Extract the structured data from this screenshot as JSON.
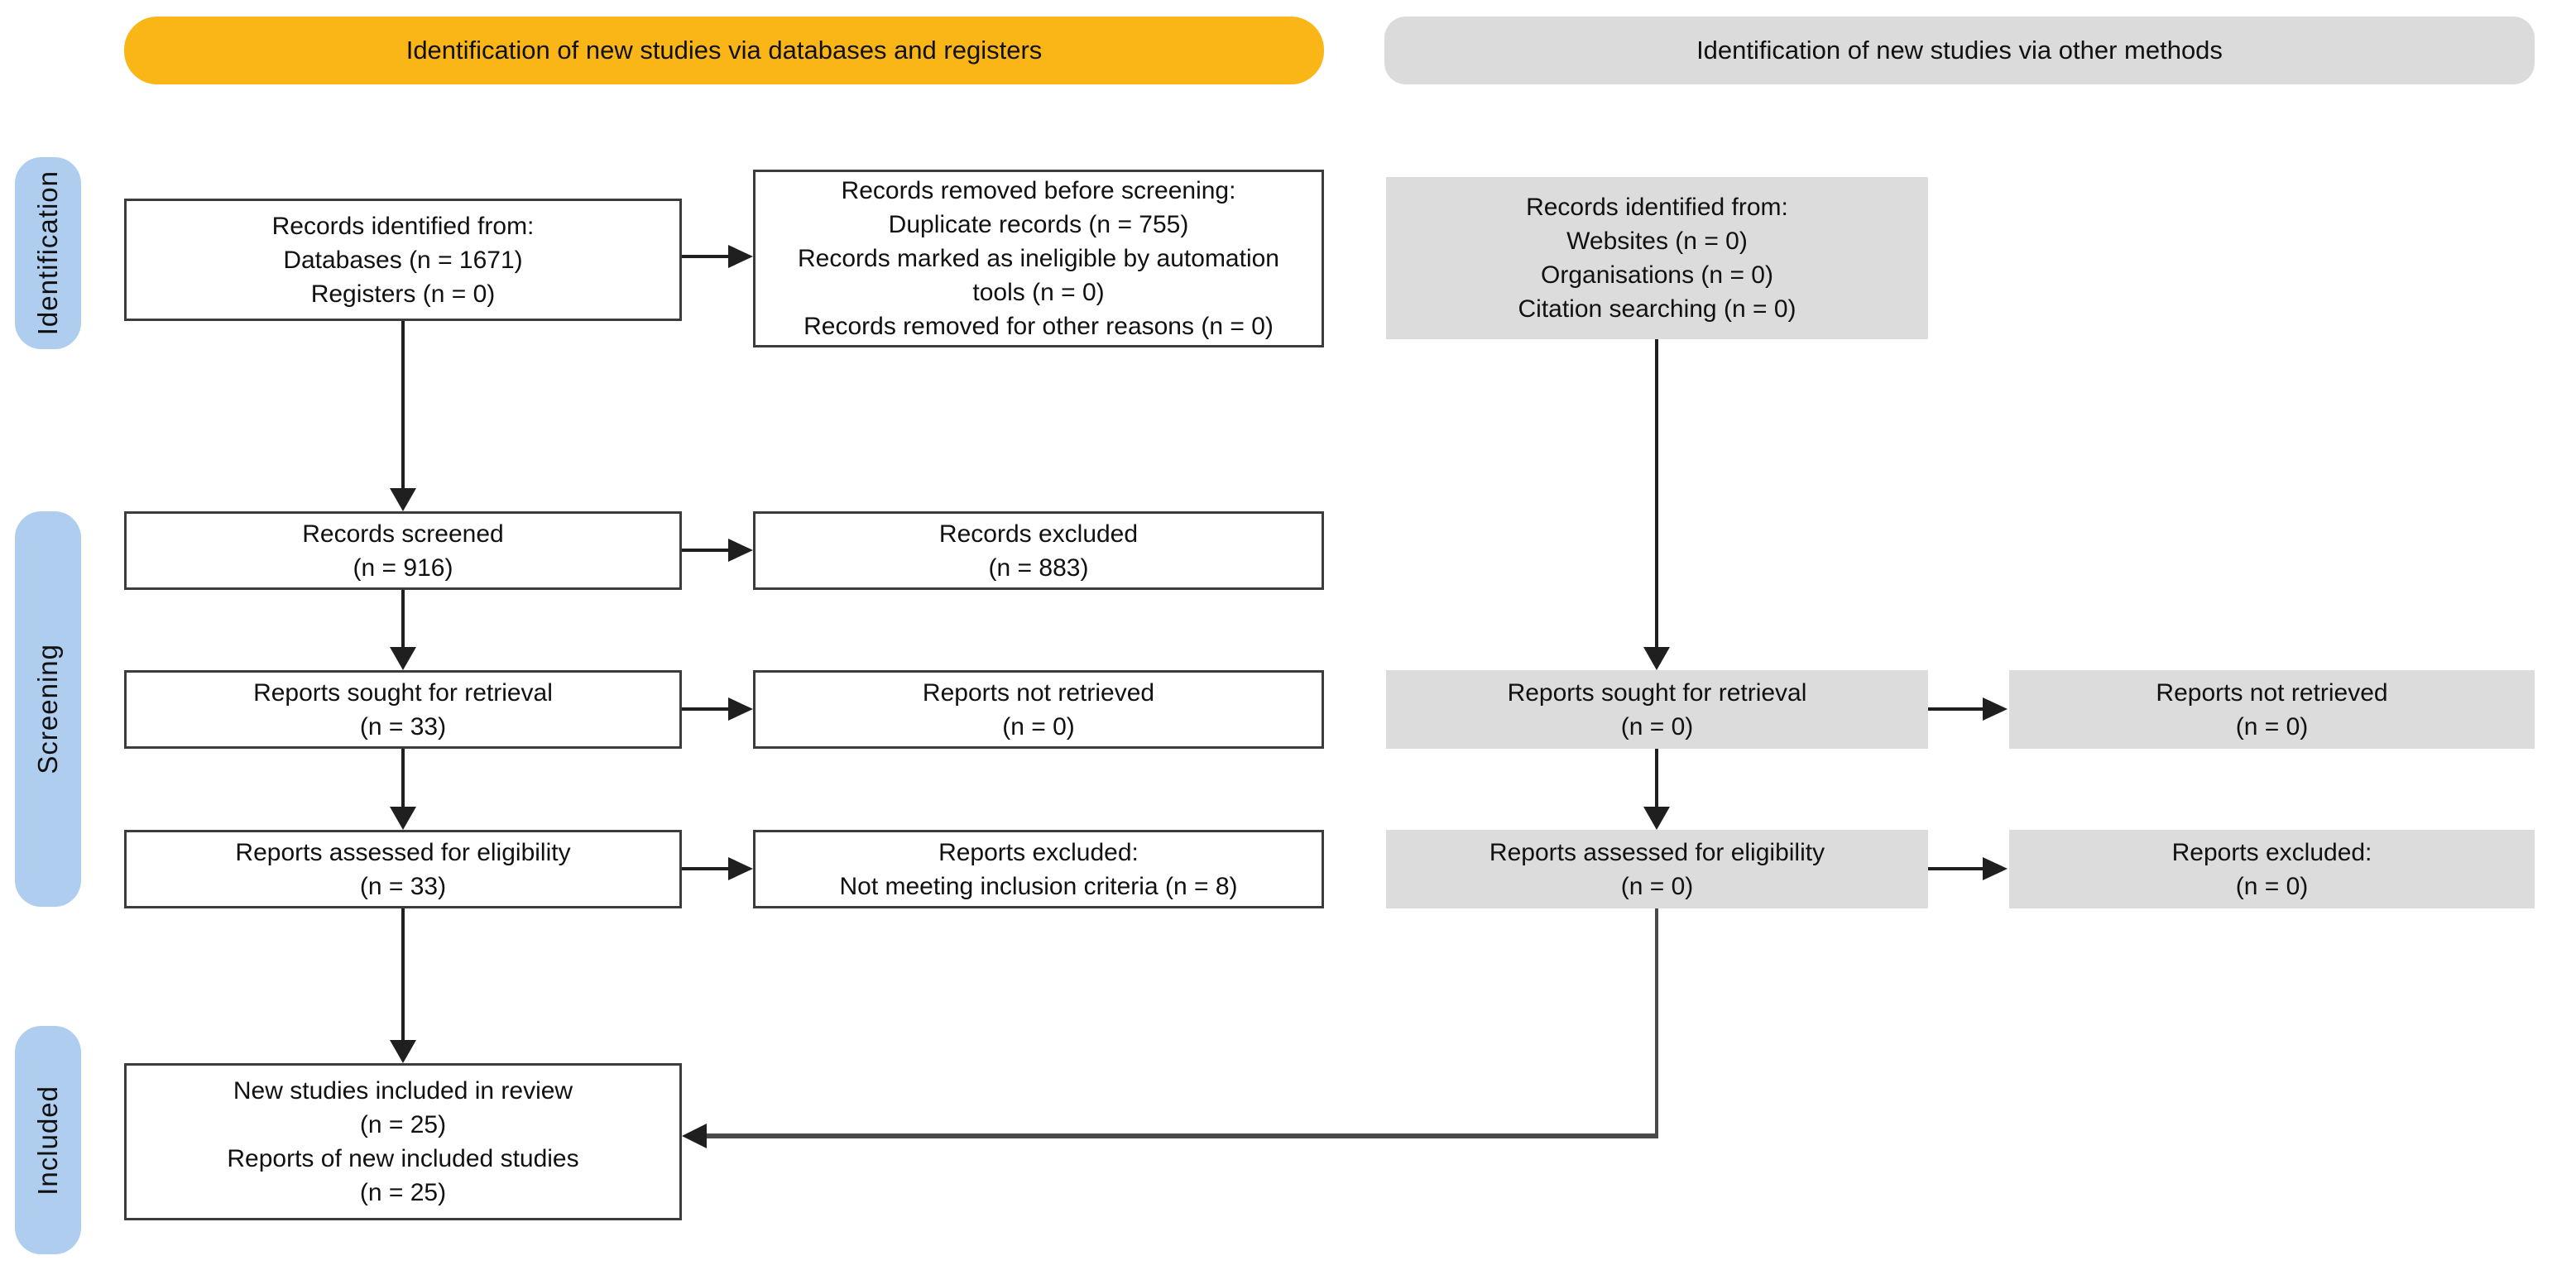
{
  "banners": {
    "databases": {
      "label": "Identification of new studies via databases and registers"
    },
    "other_methods": {
      "label": "Identification of new studies via other methods"
    }
  },
  "stage_labels": {
    "identification": "Identification",
    "screening": "Screening",
    "included": "Included"
  },
  "database_flow": {
    "records_identified": "Records identified from:\nDatabases (n = 1671)\nRegisters (n = 0)",
    "records_removed": "Records removed before screening:\nDuplicate records (n = 755)\nRecords marked as ineligible by automation tools (n = 0)\nRecords removed for other reasons (n = 0)",
    "records_screened": "Records screened\n(n = 916)",
    "records_excluded": "Records excluded\n(n = 883)",
    "reports_sought": "Reports sought for retrieval\n(n = 33)",
    "reports_not_retrieved": "Reports not retrieved\n(n = 0)",
    "reports_assessed": "Reports assessed for eligibility\n(n = 33)",
    "reports_excluded": "Reports excluded:\nNot meeting inclusion criteria (n = 8)",
    "new_studies_included": "New studies included in review\n(n = 25)\nReports of new included studies\n(n = 25)"
  },
  "other_methods_flow": {
    "records_identified": "Records identified from:\nWebsites (n = 0)\nOrganisations (n = 0)\nCitation searching (n = 0)",
    "reports_sought": "Reports sought for retrieval\n(n = 0)",
    "reports_not_retrieved": "Reports not retrieved\n(n = 0)",
    "reports_assessed": "Reports assessed for eligibility\n(n = 0)",
    "reports_excluded": "Reports excluded:\n(n = 0)"
  },
  "colors": {
    "banner_db_bg": "#FAB516",
    "banner_other_bg": "#DBDBDB",
    "stage_pill_bg": "#AFCDEE",
    "gray_box_bg": "#DCDCDC",
    "box_border": "#3C3C3C",
    "line_color": "#1F1F1F",
    "elbow_color": "#4A4A4A",
    "text_color": "#111111"
  }
}
